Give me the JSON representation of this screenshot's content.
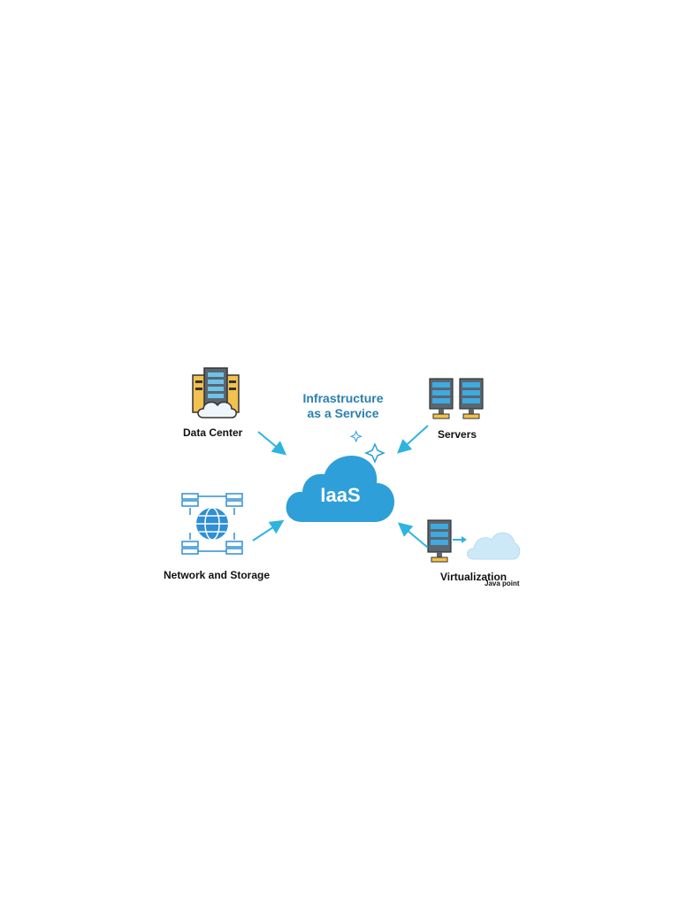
{
  "title": {
    "line1": "Infrastructure",
    "line2": "as a Service"
  },
  "center": {
    "label": "IaaS"
  },
  "nodes": {
    "data_center": "Data Center",
    "servers": "Servers",
    "network_storage": "Network and Storage",
    "virtualization": "Virtualization"
  },
  "watermark": "Java point",
  "colors": {
    "cloud": "#2e9fd9",
    "arrow": "#2fb3e0",
    "title": "#2a7fb0",
    "server_body": "#5a6670",
    "server_accent": "#3fa9e0",
    "globe": "#2e8fd6",
    "light_cloud": "#cde9f8",
    "data_center_yellow": "#f2c14e"
  },
  "icons": [
    "data-center-icon",
    "servers-icon",
    "network-storage-icon",
    "virtualization-icon",
    "cloud-icon",
    "sparkle-icon"
  ]
}
